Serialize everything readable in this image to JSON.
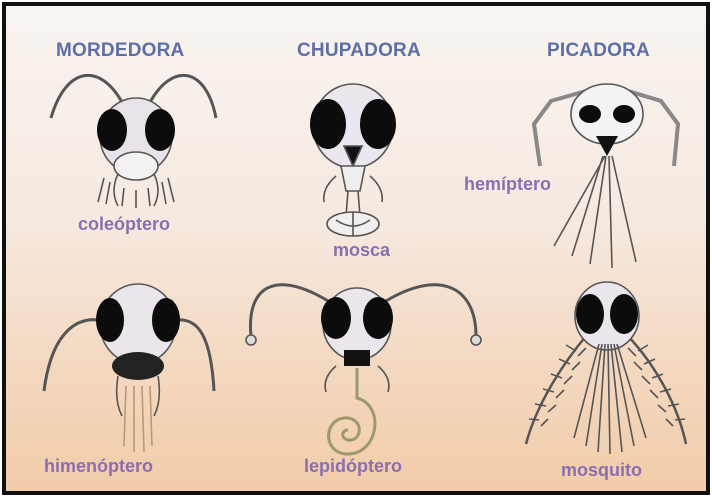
{
  "headings": {
    "left": "MORDEDORA",
    "middle": "CHUPADORA",
    "right": "PICADORA"
  },
  "labels": {
    "top_left": "coleóptero",
    "top_middle": "mosca",
    "top_right": "hemíptero",
    "bottom_left": "himenóptero",
    "bottom_middle": "lepidóptero",
    "bottom_right": "mosquito"
  },
  "colors": {
    "heading": "#5f6fa5",
    "label": "#8a6fb0",
    "background_top": "#f8f4f1",
    "background_bottom": "#f2cca9",
    "border": "#111111"
  }
}
